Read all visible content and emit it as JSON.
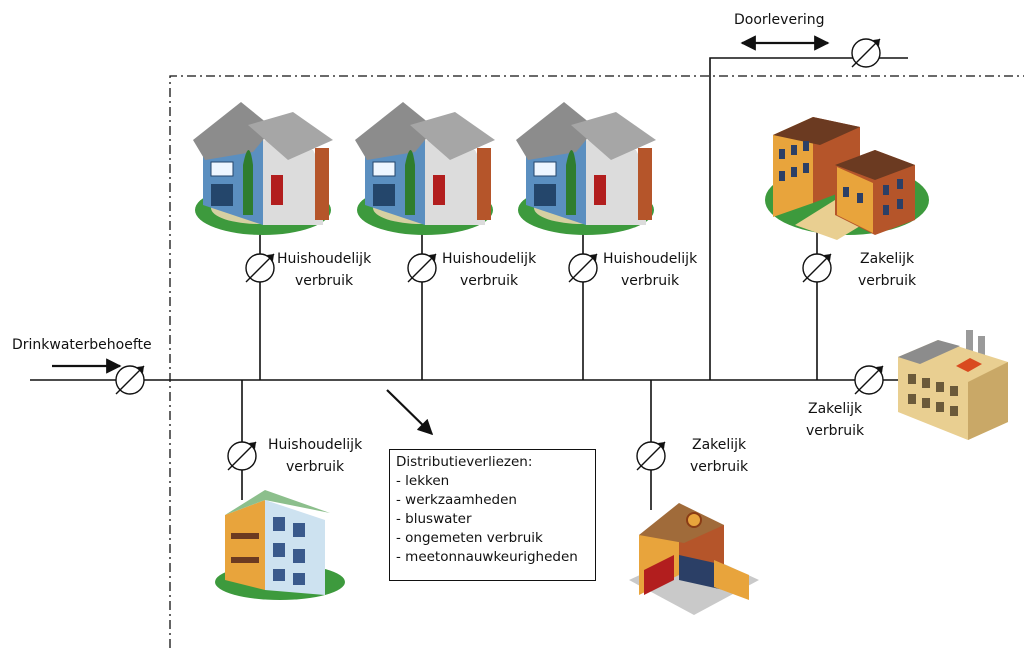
{
  "inflow": {
    "label": "Drinkwaterbehoefte"
  },
  "export": {
    "label": "Doorlevering"
  },
  "consumers": {
    "house_1": {
      "line1": "Huishoudelijk",
      "line2": "verbruik"
    },
    "house_2": {
      "line1": "Huishoudelijk",
      "line2": "verbruik"
    },
    "house_3": {
      "line1": "Huishoudelijk",
      "line2": "verbruik"
    },
    "apartment": {
      "line1": "Huishoudelijk",
      "line2": "verbruik"
    },
    "office": {
      "line1": "Zakelijk",
      "line2": "verbruik"
    },
    "shop": {
      "line1": "Zakelijk",
      "line2": "verbruik"
    },
    "factory": {
      "line1": "Zakelijk",
      "line2": "verbruik"
    }
  },
  "losses": {
    "title": "Distributieverliezen:",
    "items": [
      "- lekken",
      "- werkzaamheden",
      "- bluswater",
      "- ongemeten verbruik",
      "- meetonnauwkeurigheden"
    ]
  },
  "colors": {
    "line": "#111111",
    "roof": "#8c8c8c",
    "house_wall": "#5b8fc0",
    "brick": "#b5552a",
    "lawn": "#3d9a3d",
    "office_wall": "#e8a43c"
  }
}
